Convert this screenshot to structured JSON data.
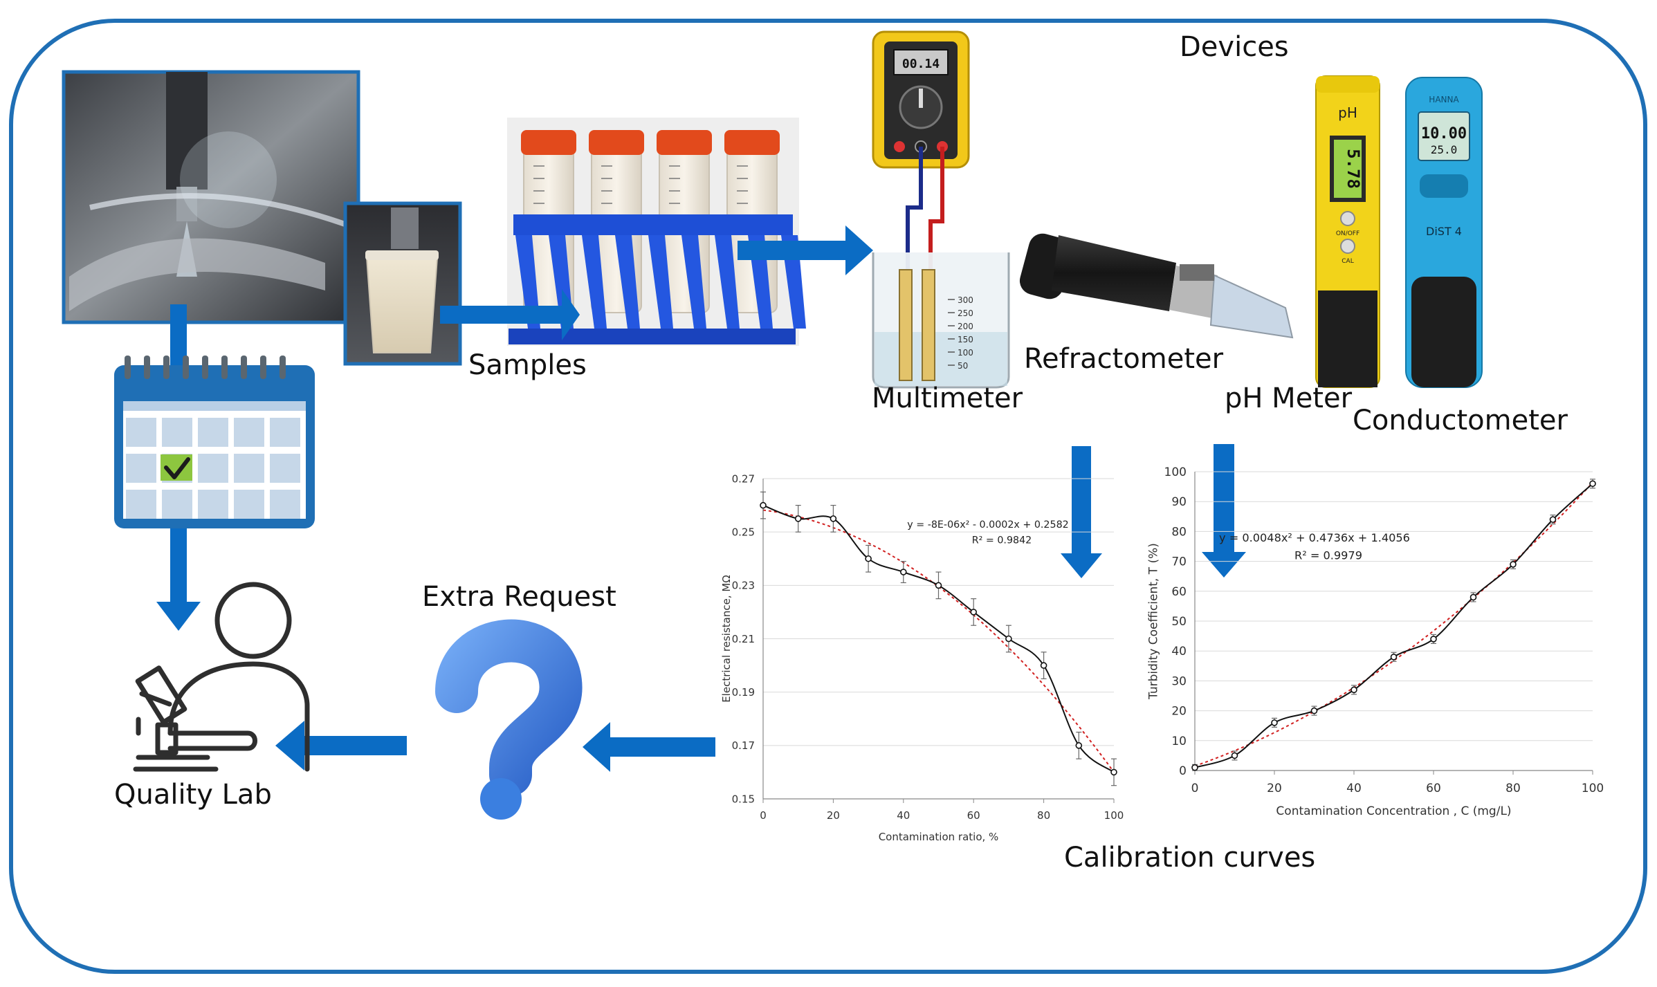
{
  "labels": {
    "devices": "Devices",
    "samples": "Samples",
    "multimeter": "Multimeter",
    "refractometer": "Refractometer",
    "ph_meter": "pH Meter",
    "conductometer": "Conductometer",
    "extra_request": "Extra Request",
    "quality_lab": "Quality Lab",
    "calibration_curves": "Calibration curves"
  },
  "devices": {
    "multimeter_display": "00.14",
    "ph_meter_title": "pH",
    "ph_meter_display": "5.78",
    "ph_meter_btn1": "ON/OFF",
    "ph_meter_btn2": "CAL",
    "conductometer_brand": "HANNA",
    "conductometer_display_main": "10.00",
    "conductometer_display_sub": "25.0",
    "conductometer_model": "DiST 4",
    "beaker_scale": [
      "300",
      "250",
      "200",
      "150",
      "100",
      "50"
    ]
  },
  "colors": {
    "frame": "#1f6fb5",
    "arrow": "#0b6cc4",
    "rack": "#1e4fd6",
    "cap": "#e24a1c",
    "calendar_header": "#3a7bc8",
    "calendar_check": "#8dc63f",
    "question_mark": "#3b7fe0",
    "ph_meter_body": "#f2d31a",
    "conductometer_body": "#2aa7dd",
    "fit_line": "#d12020"
  },
  "chart_data": [
    {
      "type": "line",
      "title": "",
      "xlabel": "Contamination ratio, %",
      "ylabel": "Electrical resistance, MΩ",
      "xlim": [
        0,
        100
      ],
      "ylim": [
        0.15,
        0.27
      ],
      "x_ticks": [
        "0",
        "20",
        "40",
        "60",
        "80",
        "100"
      ],
      "y_ticks": [
        "0.15",
        "0.17",
        "0.19",
        "0.21",
        "0.23",
        "0.25",
        "0.27"
      ],
      "grid": "horizontal",
      "x": [
        0,
        10,
        20,
        30,
        40,
        50,
        60,
        70,
        80,
        90,
        100
      ],
      "series": [
        {
          "values": [
            0.26,
            0.255,
            0.255,
            0.24,
            0.235,
            0.23,
            0.22,
            0.21,
            0.2,
            0.17,
            0.16
          ],
          "error": [
            0.005,
            0.005,
            0.005,
            0.005,
            0.004,
            0.005,
            0.005,
            0.005,
            0.005,
            0.005,
            0.005
          ]
        }
      ],
      "trendline": {
        "type": "polynomial",
        "degree": 2,
        "style": "dotted-red"
      },
      "equation": "y = -8E-06x² - 0.0002x + 0.2582",
      "r2": "R² = 0.9842"
    },
    {
      "type": "line",
      "title": "",
      "xlabel": "Contamination Concentration , C (mg/L)",
      "ylabel": "Turbidity Coefficient, T (%)",
      "xlim": [
        0,
        100
      ],
      "ylim": [
        0,
        100
      ],
      "x_ticks": [
        "0",
        "20",
        "40",
        "60",
        "80",
        "100"
      ],
      "y_ticks": [
        "0",
        "10",
        "20",
        "30",
        "40",
        "50",
        "60",
        "70",
        "80",
        "90",
        "100"
      ],
      "grid": "horizontal",
      "x": [
        0,
        10,
        20,
        30,
        40,
        50,
        60,
        70,
        80,
        90,
        100
      ],
      "series": [
        {
          "values": [
            1,
            5,
            16,
            20,
            27,
            38,
            44,
            58,
            69,
            84,
            96
          ],
          "error": [
            1,
            1.5,
            1.5,
            1.5,
            1.5,
            1.5,
            1.5,
            1.5,
            1.5,
            1.5,
            1.5
          ]
        }
      ],
      "trendline": {
        "type": "polynomial",
        "degree": 2,
        "style": "dotted-red"
      },
      "equation": "y = 0.0048x² + 0.4736x + 1.4056",
      "r2": "R² = 0.9979"
    }
  ]
}
